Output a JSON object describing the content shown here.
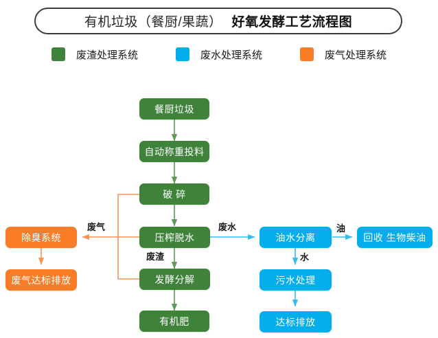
{
  "title": {
    "main": "有机垃圾（餐厨/果蔬）",
    "emphasis": "好氧发酵工艺流程图"
  },
  "colors": {
    "green": "#3F833B",
    "blue": "#04ADEC",
    "orange": "#F97D27",
    "title_border": "#3c3c3c",
    "text_dark": "#1a1a1a"
  },
  "legend": {
    "items": [
      {
        "label": "废渣处理系统",
        "color": "#3F833B",
        "system": "residue"
      },
      {
        "label": "废水处理系统",
        "color": "#04ADEC",
        "system": "wastewater"
      },
      {
        "label": "废气处理系统",
        "color": "#F97D27",
        "system": "waste-gas"
      }
    ]
  },
  "flow": {
    "main_chain": [
      {
        "id": "kitchen-waste",
        "label": "餐厨垃圾",
        "color": "green"
      },
      {
        "id": "auto-weighing",
        "label": "自动称重投料",
        "color": "green"
      },
      {
        "id": "crushing",
        "label": "破 碎",
        "color": "green"
      },
      {
        "id": "press-dewatering",
        "label": "压榨脱水",
        "color": "green"
      },
      {
        "id": "fermentation",
        "label": "发酵分解",
        "color": "green"
      },
      {
        "id": "organic-fertilizer",
        "label": "有机肥",
        "color": "green"
      }
    ],
    "waste_gas_branch": [
      {
        "id": "deodorization",
        "label": "除臭系统",
        "color": "orange"
      },
      {
        "id": "gas-compliant-output",
        "label": "废气达标排放",
        "color": "orange"
      }
    ],
    "wastewater_branch": [
      {
        "id": "oil-water-separation",
        "label": "油水分离",
        "color": "blue"
      },
      {
        "id": "biodiesel-recovery",
        "label": "回收 生物柴油",
        "color": "blue"
      },
      {
        "id": "sewage-treatment",
        "label": "污水处理",
        "color": "blue"
      },
      {
        "id": "compliant-discharge",
        "label": "达标排放",
        "color": "blue"
      }
    ],
    "edge_labels": [
      {
        "id": "waste-gas-label",
        "text": "废气"
      },
      {
        "id": "wastewater-label",
        "text": "废水"
      },
      {
        "id": "residue-label",
        "text": "废渣"
      },
      {
        "id": "oil-label",
        "text": "油"
      },
      {
        "id": "water-label",
        "text": "水"
      }
    ]
  }
}
